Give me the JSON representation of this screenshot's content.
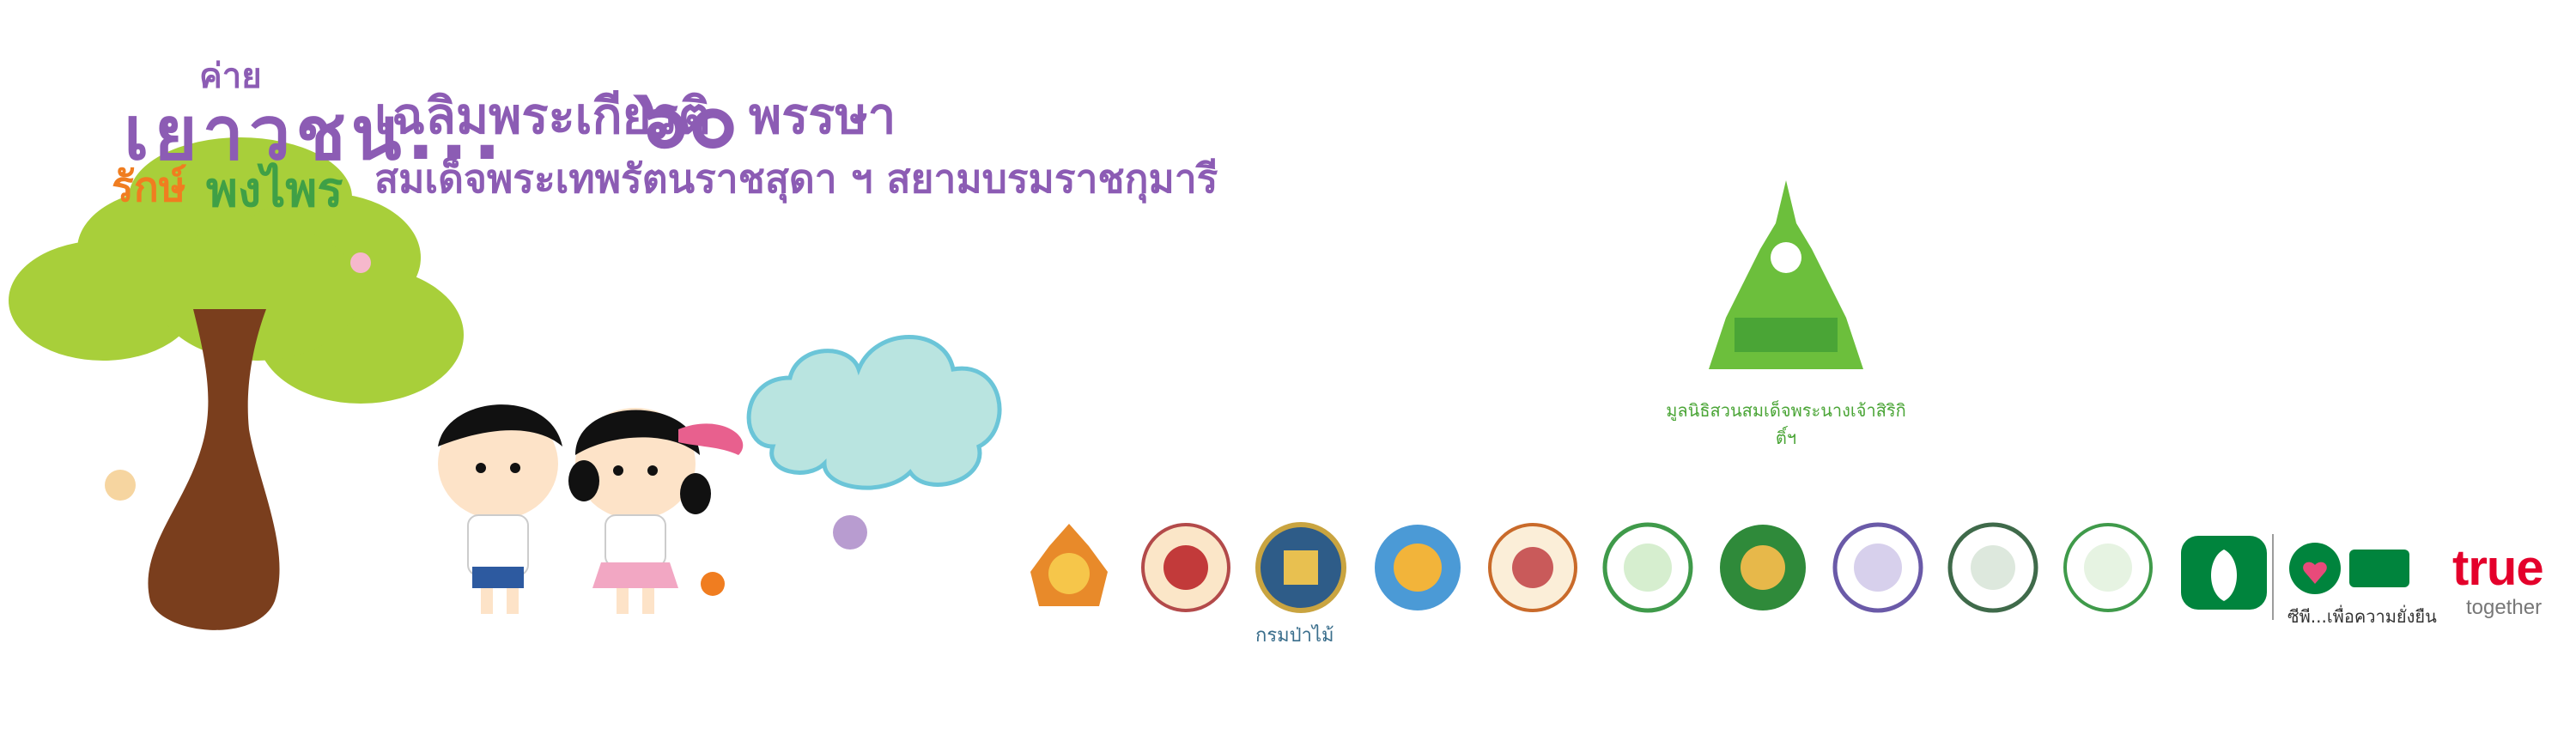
{
  "banner": {
    "title_small": "ค่าย",
    "title_youth": "เยาวชน...",
    "title_line1": "เฉลิมพระเกียรติ",
    "title_number": "๖๐",
    "title_month": "พรรษา",
    "title_rak": "รักษ์",
    "title_plant": "พงไพร",
    "title_line2": "สมเด็จพระเทพรัตนราชสุดา ฯ สยามบรมราชกุมารี"
  },
  "foundation": {
    "name": "มูลนิธิสวนสมเด็จพระนางเจ้าสิริกิติ์ฯ"
  },
  "partners": {
    "forest_caption": "กรมป่าไม้"
  },
  "sponsors": {
    "cp_slogan": "ซีพี...เพื่อความยั่งยืน",
    "true_logo": "true",
    "true_tagline": "together"
  },
  "colors": {
    "title_purple": "#8c5cb4",
    "accent_orange": "#f07d20",
    "accent_green": "#3fa046",
    "true_red": "#e4002b"
  }
}
